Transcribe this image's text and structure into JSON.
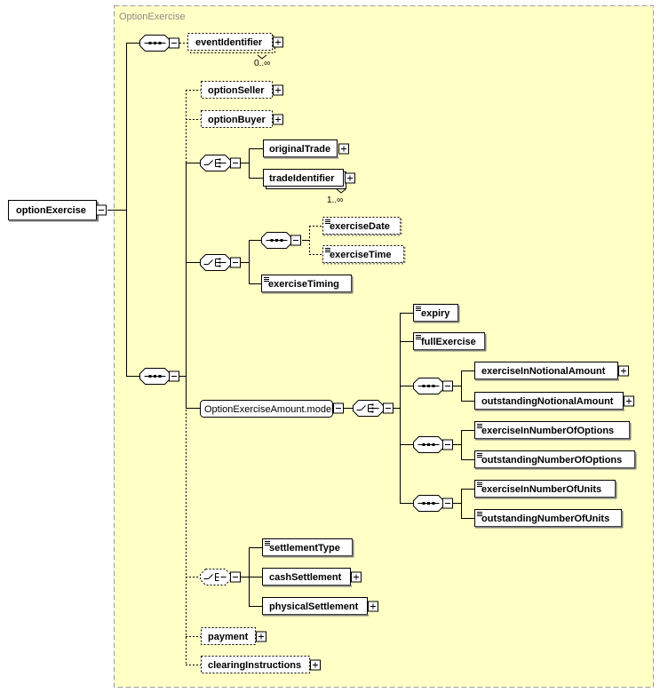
{
  "group_title": "OptionExercise",
  "root_element": "optionExercise",
  "colors": {
    "background": "#ffffc6",
    "border": "#a0a0a0",
    "box": "#ffffff",
    "line": "#000000"
  },
  "nodes": {
    "eventIdentifier": "eventIdentifier",
    "eventIdentifier_occurs": "0..∞",
    "optionSeller": "optionSeller",
    "optionBuyer": "optionBuyer",
    "originalTrade": "originalTrade",
    "tradeIdentifier": "tradeIdentifier",
    "tradeIdentifier_occurs": "1..∞",
    "exerciseDate": "exerciseDate",
    "exerciseTime": "exerciseTime",
    "exerciseTiming": "exerciseTiming",
    "model": "OptionExerciseAmount.model",
    "expiry": "expiry",
    "fullExercise": "fullExercise",
    "exerciseInNotionalAmount": "exerciseInNotionalAmount",
    "outstandingNotionalAmount": "outstandingNotionalAmount",
    "exerciseInNumberOfOptions": "exerciseInNumberOfOptions",
    "outstandingNumberOfOptions": "outstandingNumberOfOptions",
    "exerciseInNumberOfUnits": "exerciseInNumberOfUnits",
    "outstandingNumberOfUnits": "outstandingNumberOfUnits",
    "settlementType": "settlementType",
    "cashSettlement": "cashSettlement",
    "physicalSettlement": "physicalSettlement",
    "payment": "payment",
    "clearingInstructions": "clearingInstructions"
  },
  "icons": {
    "sequence": "sequence-compositor-icon",
    "choice": "choice-compositor-icon",
    "expand": "plus-box-icon",
    "collapse": "minus-box-icon",
    "simple": "simple-content-icon"
  }
}
